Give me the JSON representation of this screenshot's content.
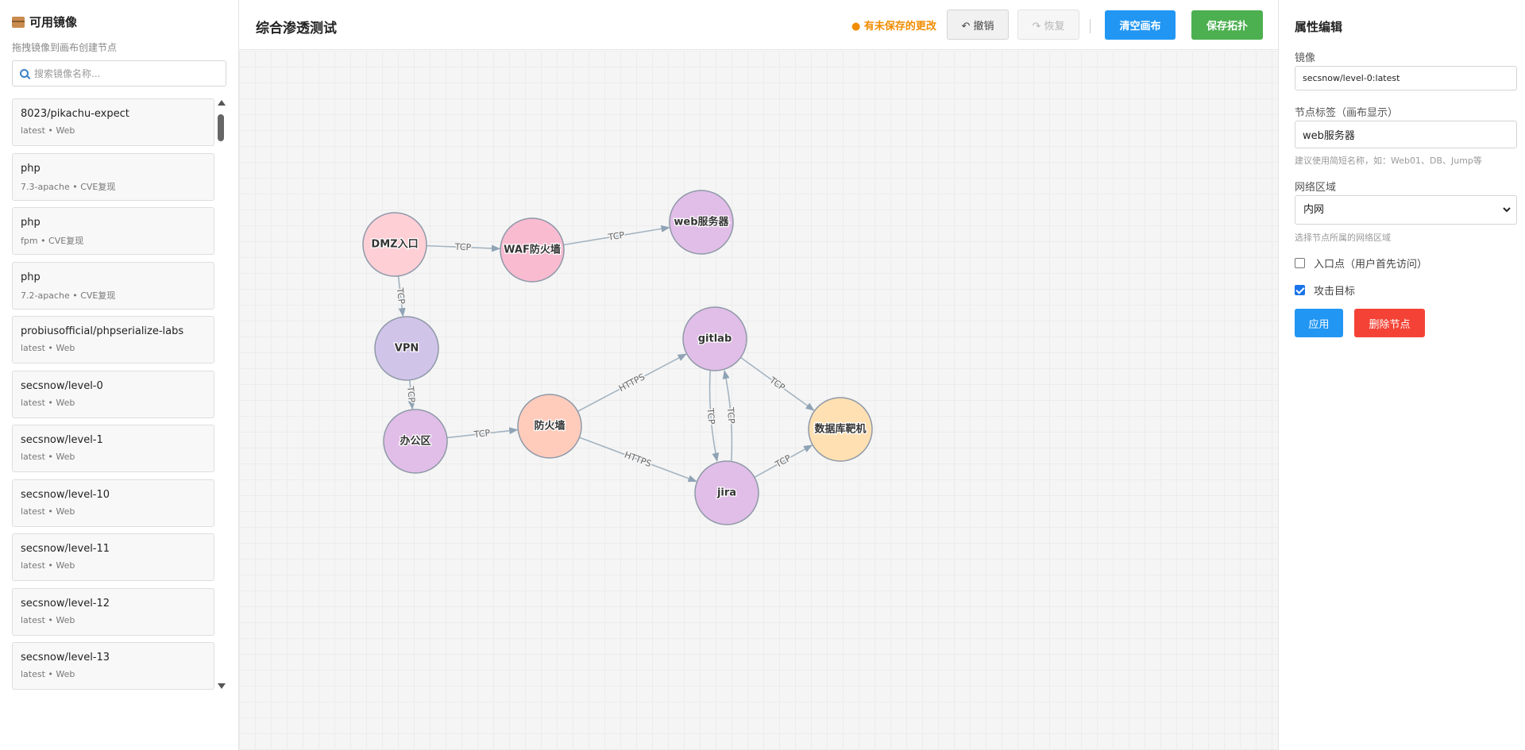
{
  "sidebar": {
    "title": "可用镜像",
    "hint": "拖拽镜像到画布创建节点",
    "search_placeholder": "搜索镜像名称...",
    "images": [
      {
        "name": "8023/pikachu-expect",
        "meta": "latest • Web"
      },
      {
        "name": "php",
        "meta": "7.3-apache • CVE复现"
      },
      {
        "name": "php",
        "meta": "fpm • CVE复现"
      },
      {
        "name": "php",
        "meta": "7.2-apache • CVE复现"
      },
      {
        "name": "probiusofficial/phpserialize-labs",
        "meta": "latest • Web"
      },
      {
        "name": "secsnow/level-0",
        "meta": "latest • Web"
      },
      {
        "name": "secsnow/level-1",
        "meta": "latest • Web"
      },
      {
        "name": "secsnow/level-10",
        "meta": "latest • Web"
      },
      {
        "name": "secsnow/level-11",
        "meta": "latest • Web"
      },
      {
        "name": "secsnow/level-12",
        "meta": "latest • Web"
      },
      {
        "name": "secsnow/level-13",
        "meta": "latest • Web"
      }
    ]
  },
  "header": {
    "title": "综合渗透测试",
    "unsaved": "● 有未保存的更改",
    "undo_label": "↶ 撤销",
    "redo_label": "↷ 恢复",
    "clear_label": "清空画布",
    "save_label": "保存拓扑"
  },
  "topology": {
    "nodes": [
      {
        "id": "dmz",
        "label": "DMZ入口",
        "color": "#ffcfd6"
      },
      {
        "id": "waf",
        "label": "WAF防火墙",
        "color": "#f8bbd0"
      },
      {
        "id": "web",
        "label": "web服务器",
        "color": "#e1bee7"
      },
      {
        "id": "vpn",
        "label": "VPN",
        "color": "#d1c4e9"
      },
      {
        "id": "office",
        "label": "办公区",
        "color": "#e1bee7"
      },
      {
        "id": "fw",
        "label": "防火墙",
        "color": "#ffccbc"
      },
      {
        "id": "gitlab",
        "label": "gitlab",
        "color": "#e1bee7"
      },
      {
        "id": "jira",
        "label": "jira",
        "color": "#e1bee7"
      },
      {
        "id": "db",
        "label": "数据库靶机",
        "color": "#ffe0b2"
      }
    ],
    "edges": [
      {
        "from": "dmz",
        "to": "waf",
        "label": "TCP"
      },
      {
        "from": "waf",
        "to": "web",
        "label": "TCP"
      },
      {
        "from": "dmz",
        "to": "vpn",
        "label": "TCP"
      },
      {
        "from": "vpn",
        "to": "office",
        "label": "TCP"
      },
      {
        "from": "office",
        "to": "fw",
        "label": "TCP"
      },
      {
        "from": "fw",
        "to": "gitlab",
        "label": "HTTPS"
      },
      {
        "from": "fw",
        "to": "jira",
        "label": "HTTPS"
      },
      {
        "from": "gitlab",
        "to": "db",
        "label": "TCP"
      },
      {
        "from": "jira",
        "to": "db",
        "label": "TCP"
      },
      {
        "from": "gitlab",
        "to": "jira",
        "label": "TCP"
      },
      {
        "from": "jira",
        "to": "gitlab",
        "label": "TCP"
      }
    ]
  },
  "props": {
    "title": "属性编辑",
    "image_label": "镜像",
    "image_value": "secsnow/level-0:latest",
    "node_label_label": "节点标签（画布显示）",
    "node_label_value": "web服务器",
    "node_label_hint": "建议使用简短名称，如：Web01、DB、Jump等",
    "zone_label": "网络区域",
    "zone_value": "内网",
    "zone_hint": "选择节点所属的网络区域",
    "entry_label": "入口点（用户首先访问）",
    "entry_checked": false,
    "target_label": "攻击目标",
    "target_checked": true,
    "apply_label": "应用",
    "delete_label": "删除节点"
  }
}
